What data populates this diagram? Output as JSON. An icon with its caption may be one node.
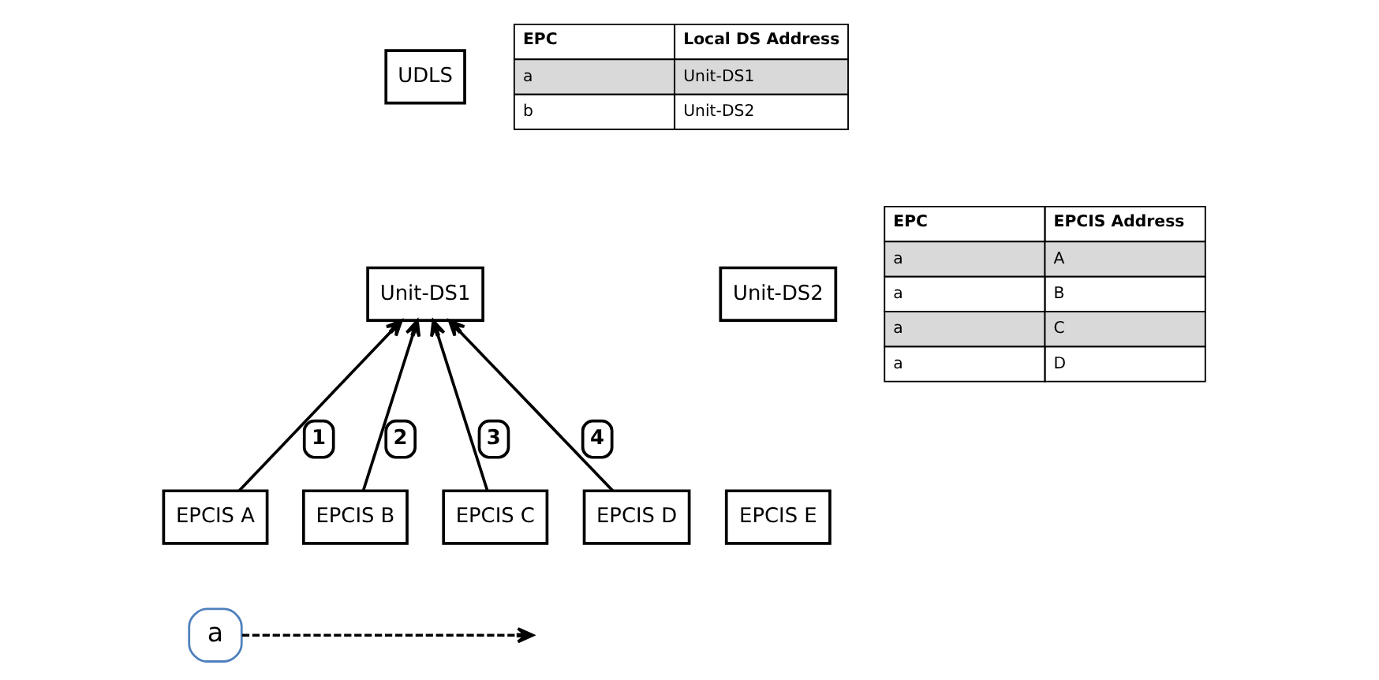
{
  "diagram": {
    "nodes": [
      {
        "text": [
          "UDLS"
        ]
      },
      {
        "text": [
          "Unit-DS1"
        ]
      },
      {
        "text": [
          "Unit-DS2"
        ]
      },
      {
        "text": [
          "EPCIS A"
        ]
      },
      {
        "text": [
          "EPCIS B"
        ]
      },
      {
        "text": [
          "EPCIS C"
        ]
      },
      {
        "text": [
          "EPCIS D"
        ]
      },
      {
        "text": [
          "EPCIS E"
        ]
      },
      {
        "text": [
          "a"
        ]
      }
    ],
    "edges": [
      {
        "from": 3,
        "to": 1,
        "arrow": "to",
        "label": "1"
      },
      {
        "from": 4,
        "to": 1,
        "arrow": "to",
        "label": "2"
      },
      {
        "from": 5,
        "to": 1,
        "arrow": "to",
        "label": "3"
      },
      {
        "from": 6,
        "to": 1,
        "arrow": "to",
        "label": "4"
      },
      {
        "from": 8,
        "to": null,
        "arrow": "to",
        "style": "dashed"
      }
    ],
    "labels": [
      "EPC",
      "Local DS Address",
      "a",
      "Unit-DS1",
      "b",
      "Unit-DS2",
      "EPC",
      "EPCIS Address",
      "a",
      "A",
      "a",
      "B",
      "a",
      "C",
      "a",
      "D"
    ]
  }
}
